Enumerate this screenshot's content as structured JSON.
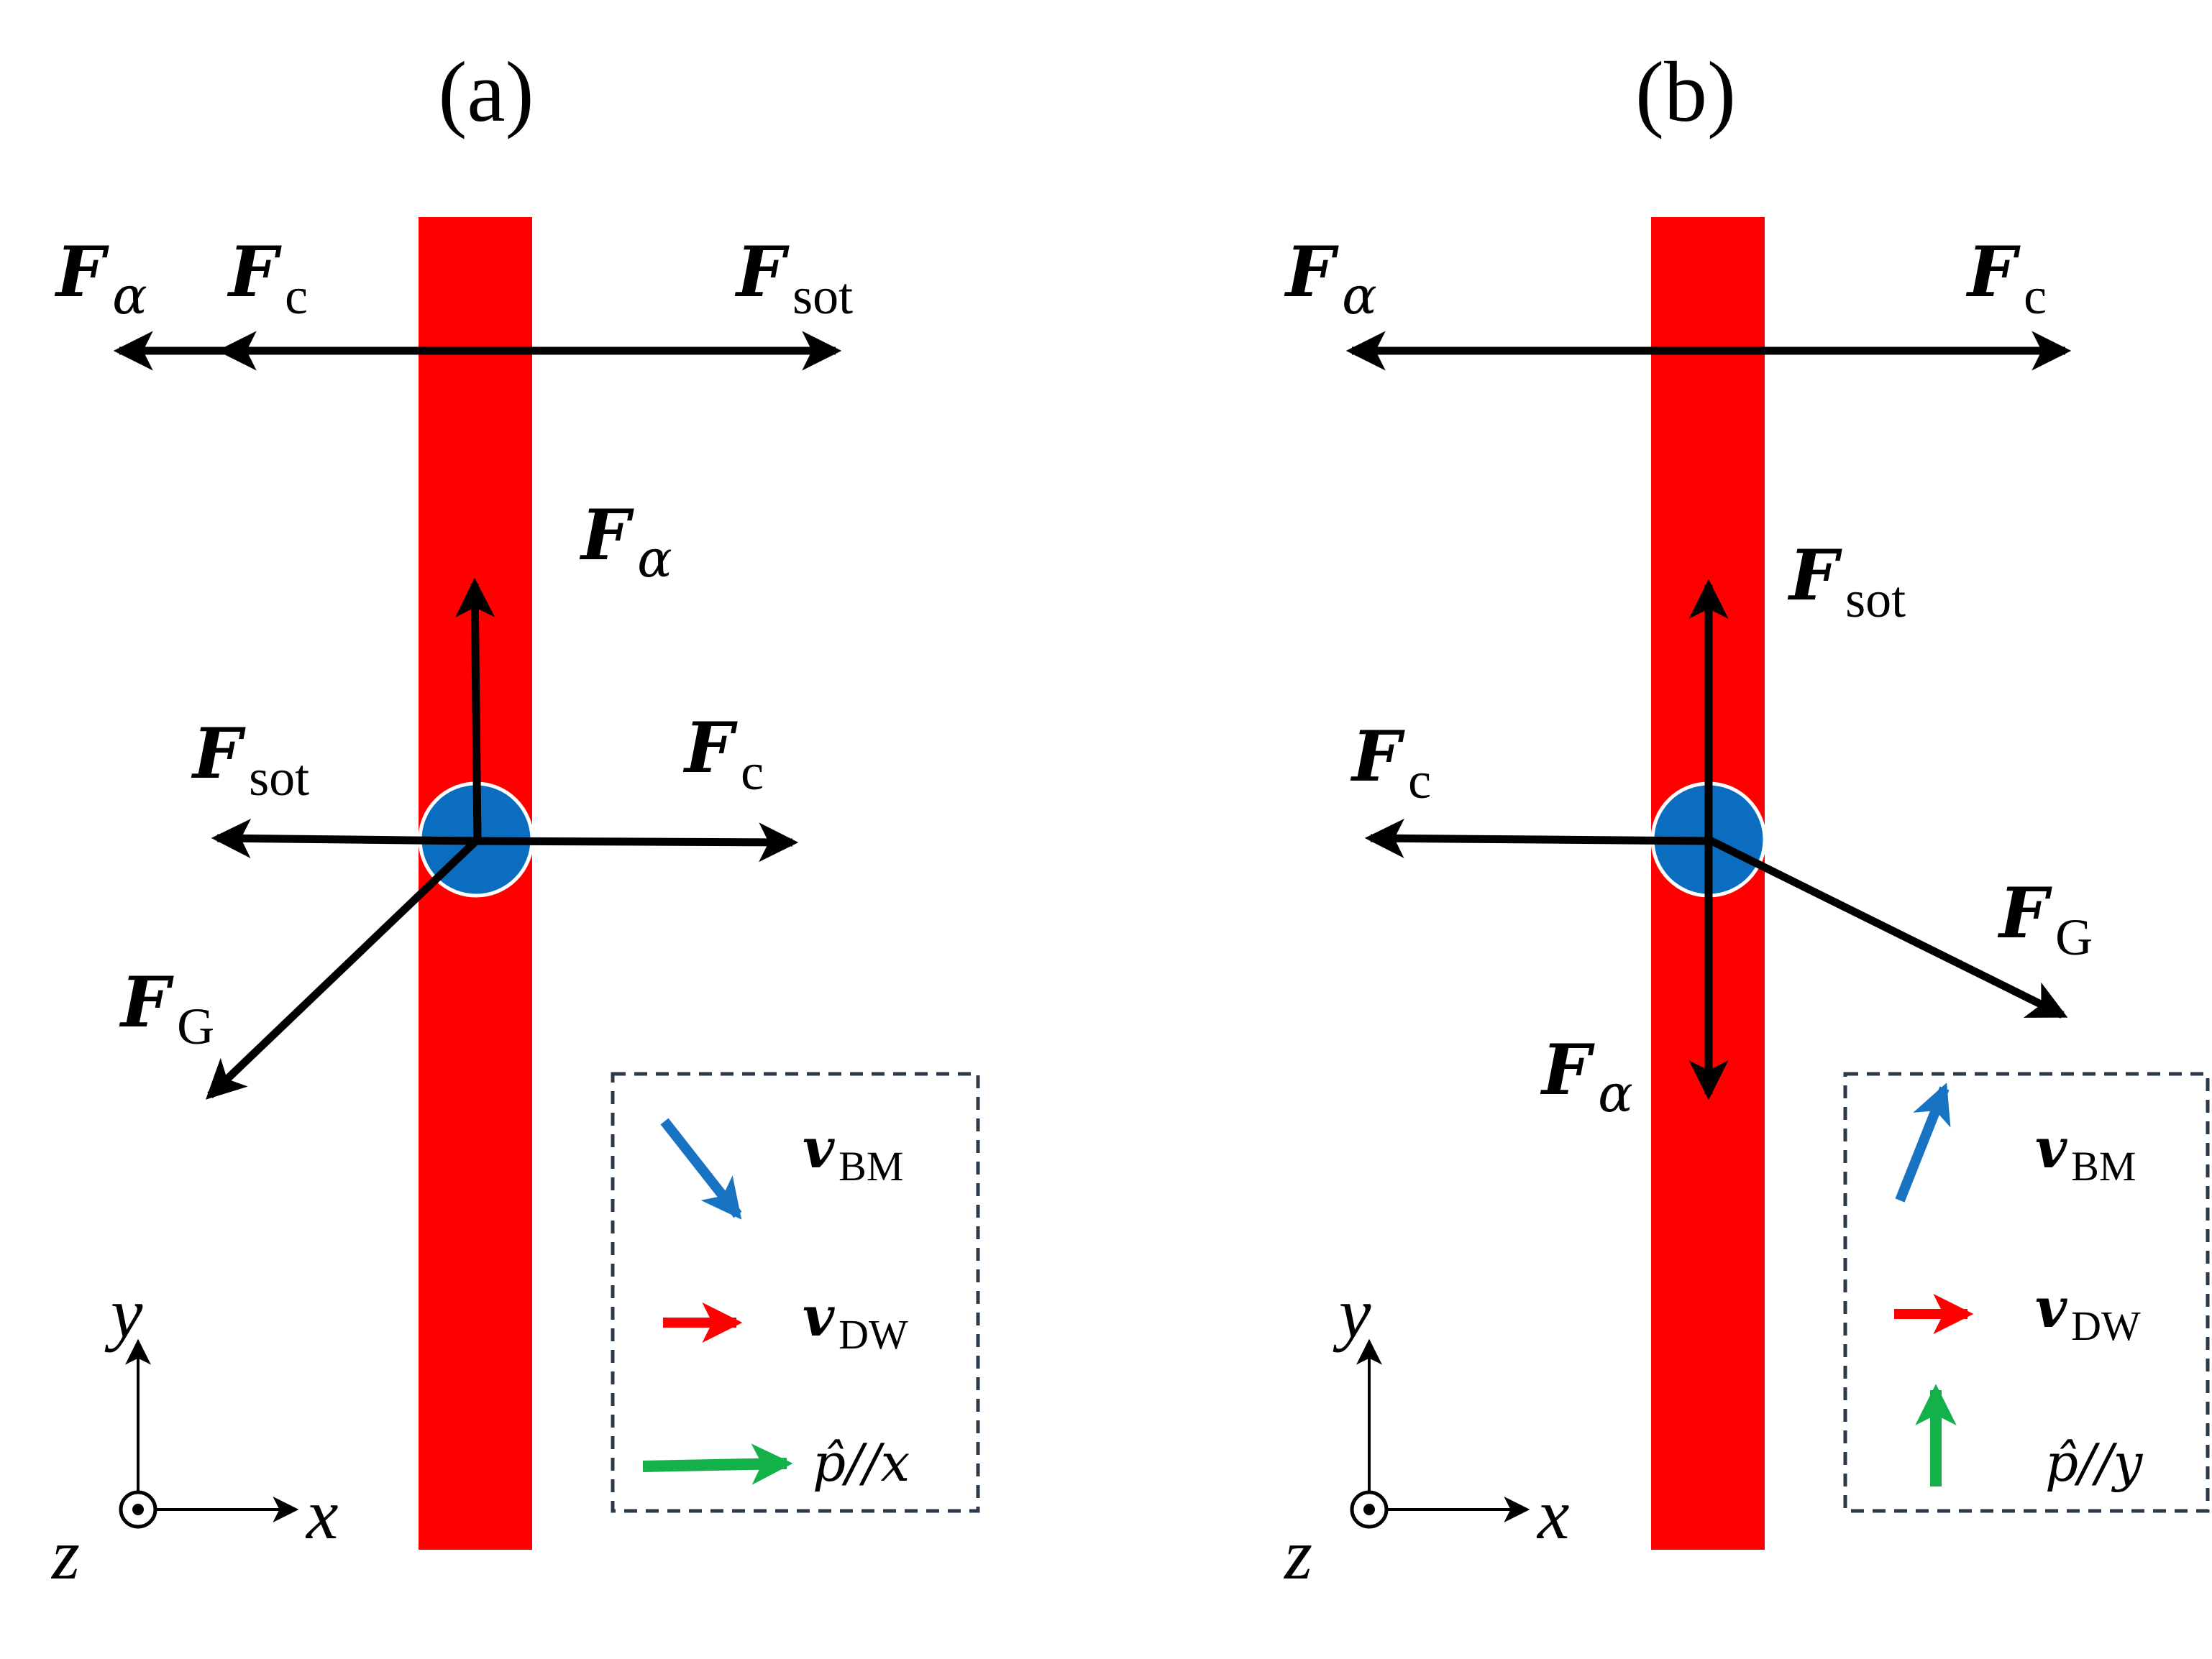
{
  "panels": [
    {
      "title": "(a)",
      "top_labels": {
        "left": "F",
        "left_sub": "α",
        "mid": "F",
        "mid_sub": "c",
        "right": "F",
        "right_sub": "sot"
      },
      "skyrmion_labels": {
        "up": "F",
        "up_sub": "α",
        "left": "F",
        "left_sub": "sot",
        "right": "F",
        "right_sub": "c",
        "diag": "F",
        "diag_sub": "G"
      },
      "legend": {
        "v_bm": "v",
        "v_bm_sub": "BM",
        "v_dw": "v",
        "v_dw_sub": "DW",
        "p_text": "p̂//x"
      },
      "axes": {
        "y": "y",
        "x": "x",
        "z": "z"
      }
    },
    {
      "title": "(b)",
      "top_labels": {
        "left": "F",
        "left_sub": "α",
        "right": "F",
        "right_sub": "c"
      },
      "skyrmion_labels": {
        "up": "F",
        "up_sub": "sot",
        "left": "F",
        "left_sub": "c",
        "diag": "F",
        "diag_sub": "G",
        "down": "F",
        "down_sub": "α"
      },
      "legend": {
        "v_bm": "v",
        "v_bm_sub": "BM",
        "v_dw": "v",
        "v_dw_sub": "DW",
        "p_text": "p̂//y"
      },
      "axes": {
        "y": "y",
        "x": "x",
        "z": "z"
      }
    }
  ],
  "colors": {
    "domain_wall": "#ff0000",
    "skyrmion": "#0b6dbf",
    "force_arrow": "#000000",
    "v_bm_arrow": "#1874c3",
    "v_dw_arrow": "#ff0000",
    "polarization_arrow": "#14b04a",
    "legend_border": "#2b3a4a"
  }
}
